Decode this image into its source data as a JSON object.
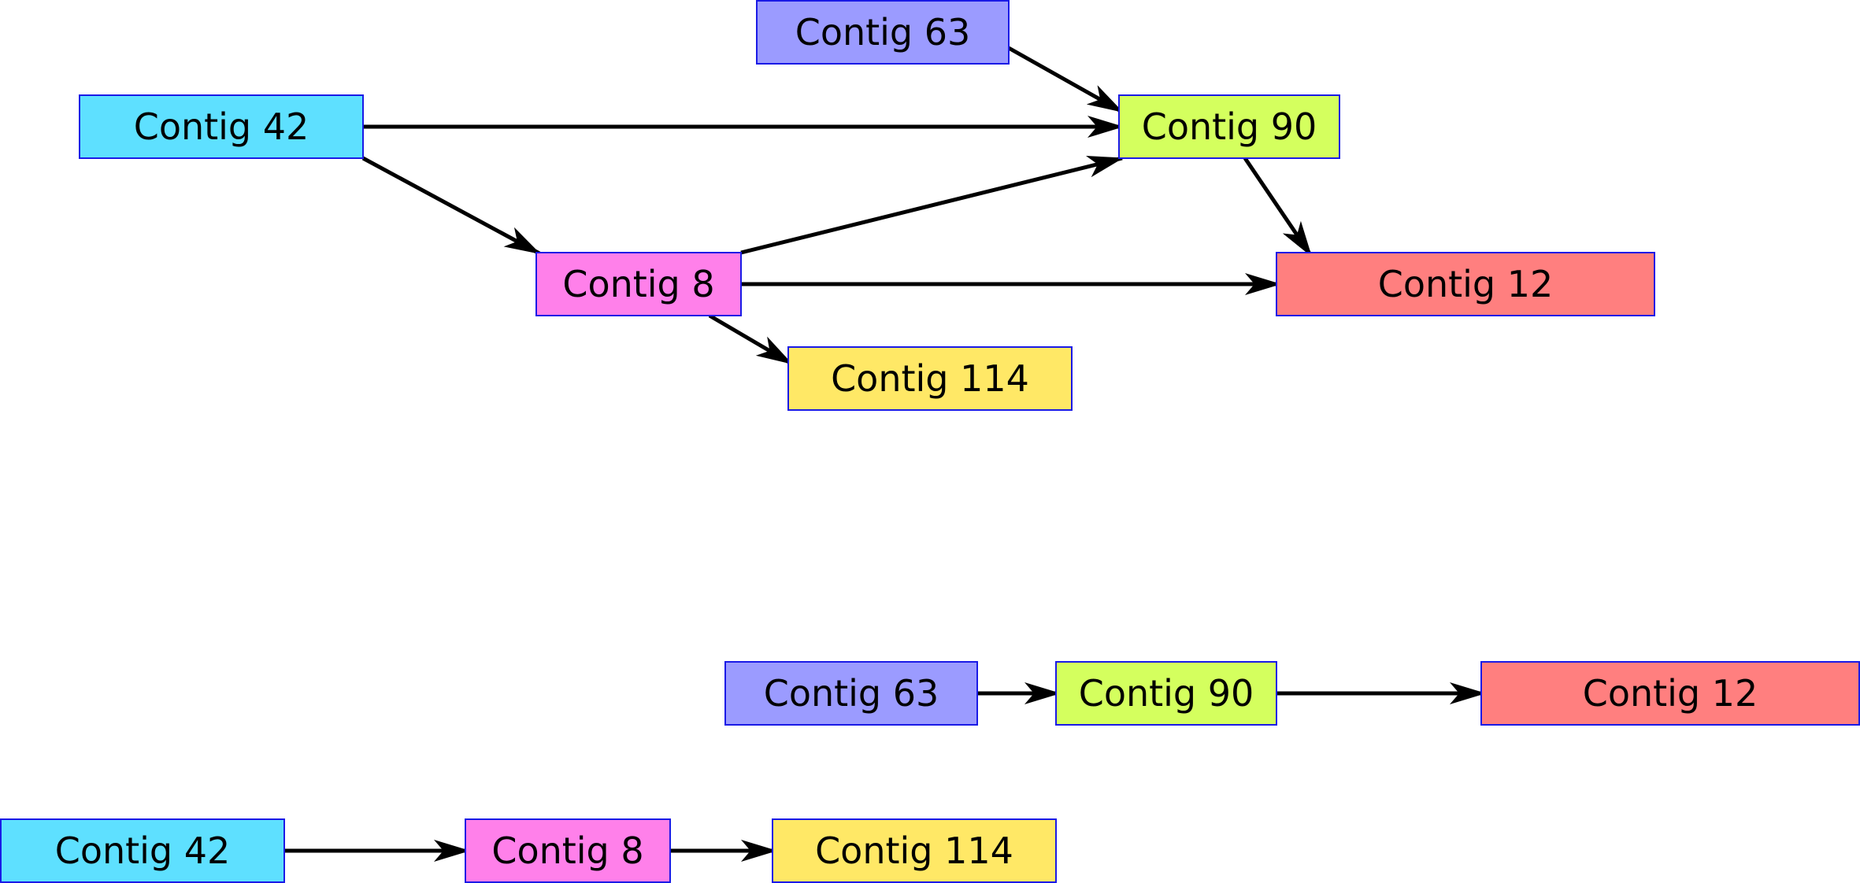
{
  "top_graph": {
    "nodes": [
      {
        "id": "c63",
        "label": "Contig 63",
        "color": "#9b9bff"
      },
      {
        "id": "c42",
        "label": "Contig 42",
        "color": "#5ee0ff"
      },
      {
        "id": "c90",
        "label": "Contig 90",
        "color": "#d4ff5e"
      },
      {
        "id": "c8",
        "label": "Contig 8",
        "color": "#ff80ea"
      },
      {
        "id": "c12",
        "label": "Contig 12",
        "color": "#ff7f7f"
      },
      {
        "id": "c114",
        "label": "Contig 114",
        "color": "#ffe866"
      }
    ],
    "edges": [
      {
        "from": "c63",
        "to": "c90"
      },
      {
        "from": "c42",
        "to": "c90"
      },
      {
        "from": "c42",
        "to": "c8"
      },
      {
        "from": "c8",
        "to": "c90"
      },
      {
        "from": "c90",
        "to": "c12"
      },
      {
        "from": "c8",
        "to": "c12"
      },
      {
        "from": "c8",
        "to": "c114"
      }
    ]
  },
  "bottom_graph": {
    "nodes": [
      {
        "id": "b63",
        "label": "Contig 63",
        "color": "#9b9bff"
      },
      {
        "id": "b90",
        "label": "Contig 90",
        "color": "#d4ff5e"
      },
      {
        "id": "b12",
        "label": "Contig 12",
        "color": "#ff7f7f"
      },
      {
        "id": "b42",
        "label": "Contig 42",
        "color": "#5ee0ff"
      },
      {
        "id": "b8",
        "label": "Contig 8",
        "color": "#ff80ea"
      },
      {
        "id": "b114",
        "label": "Contig 114",
        "color": "#ffe866"
      }
    ],
    "edges": [
      {
        "from": "b63",
        "to": "b90"
      },
      {
        "from": "b90",
        "to": "b12"
      },
      {
        "from": "b42",
        "to": "b8"
      },
      {
        "from": "b8",
        "to": "b114"
      }
    ]
  },
  "colors": {
    "node_border": "#1a1ae6",
    "edge": "#000000"
  }
}
